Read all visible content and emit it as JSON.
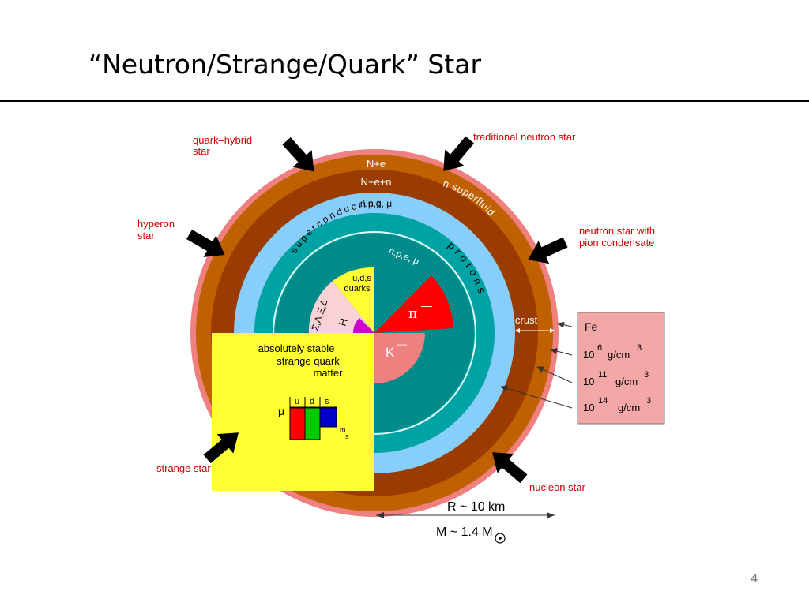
{
  "slide": {
    "title": "“Neutron/Strange/Quark” Star",
    "page_number": "4"
  },
  "diagram": {
    "labels": {
      "quark_hybrid": [
        "quark–hybrid",
        "star"
      ],
      "traditional": "traditional neutron star",
      "hyperon": [
        "hyperon",
        "star"
      ],
      "pion": [
        "neutron star with",
        "pion condensate"
      ],
      "strange": "strange star",
      "nucleon": "nucleon star",
      "crust": "crust"
    },
    "layers": {
      "ne": "N+e",
      "nen": "N+e+n",
      "npe_mu_outer": "n,p,e,  μ",
      "npe_mu_inner": "n,p,e, μ",
      "n_superfluid": "n superfluid",
      "superconducting": "superconducting",
      "protons": "protons",
      "uds": "u,d,s",
      "quarks": "quarks",
      "hyperons": "Σ,Λ,Ξ,Δ",
      "h": "H",
      "pion": "π",
      "kaon": "K"
    },
    "strange_matter": {
      "lines": [
        "absolutely stable",
        "strange quark",
        "matter"
      ],
      "mu": "μ",
      "u": "u",
      "d": "d",
      "s": "s",
      "ms": "m",
      "ms_sub": "s"
    },
    "density_box": {
      "fe": "Fe",
      "d1_base": "10",
      "d1_exp": "6",
      "d1_unit": "g/cm",
      "d1_unit_exp": "3",
      "d2_base": "10",
      "d2_exp": "11",
      "d2_unit": "g/cm",
      "d2_unit_exp": "3",
      "d3_base": "10",
      "d3_exp": "14",
      "d3_unit": "g/cm",
      "d3_unit_exp": "3"
    },
    "radius": "R ~ 10 km",
    "mass": "M ~ 1.4 M",
    "colors": {
      "outer_ring": "#f08080",
      "ne_ring": "#c06000",
      "nen_ring": "#9a3c00",
      "light_blue": "#87cefa",
      "teal": "#009999",
      "dark_teal": "#008080",
      "yellow": "#ffff33",
      "red": "#ff0000",
      "pink": "#f08080",
      "magenta": "#cc00cc",
      "label_red": "#cc0000"
    }
  }
}
